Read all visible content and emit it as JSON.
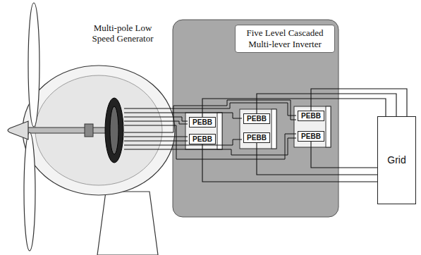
{
  "diagram": {
    "nodes": [
      {
        "text": [
          "Five Level Cascaded Multi-lever Inverter"
        ]
      },
      {
        "text": [
          "PEBB"
        ],
        "in": 0
      },
      {
        "text": [
          "PEBB"
        ],
        "in": 0
      },
      {
        "text": [
          "PEBB"
        ],
        "in": 0
      },
      {
        "text": [
          "PEBB"
        ],
        "in": 0
      },
      {
        "text": [
          "PEBB"
        ],
        "in": 0
      },
      {
        "text": [
          "PEBB"
        ],
        "in": 0
      },
      {
        "text": [
          "Grid"
        ]
      }
    ],
    "edges": [
      {
        "from": 1,
        "to": 7,
        "arrow": "none"
      },
      {
        "from": 3,
        "to": 7,
        "arrow": "none"
      },
      {
        "from": 5,
        "to": 7,
        "arrow": "none"
      },
      {
        "from": 2,
        "to": 7,
        "arrow": "none"
      },
      {
        "from": 4,
        "to": 7,
        "arrow": "none"
      },
      {
        "from": 6,
        "to": 7,
        "arrow": "none"
      }
    ],
    "labels": [
      "Multi-pole Low Speed Generator"
    ]
  }
}
